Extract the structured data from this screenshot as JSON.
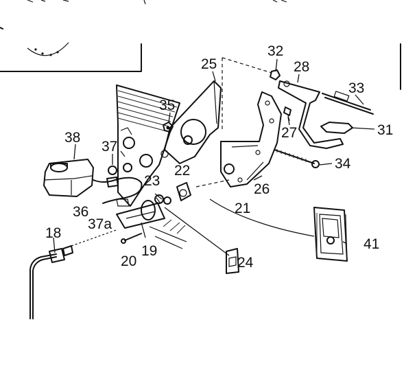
{
  "diagram": {
    "callouts": {
      "c18": "18",
      "c19": "19",
      "c20": "20",
      "c21": "21",
      "c22": "22",
      "c23": "23",
      "c24": "24",
      "c25": "25",
      "c26": "26",
      "c27": "27",
      "c28": "28",
      "c31": "31",
      "c32": "32",
      "c33": "33",
      "c34": "34",
      "c35": "35",
      "c36": "36",
      "c37": "37",
      "c37a": "37a",
      "c38": "38",
      "c41": "41"
    }
  }
}
